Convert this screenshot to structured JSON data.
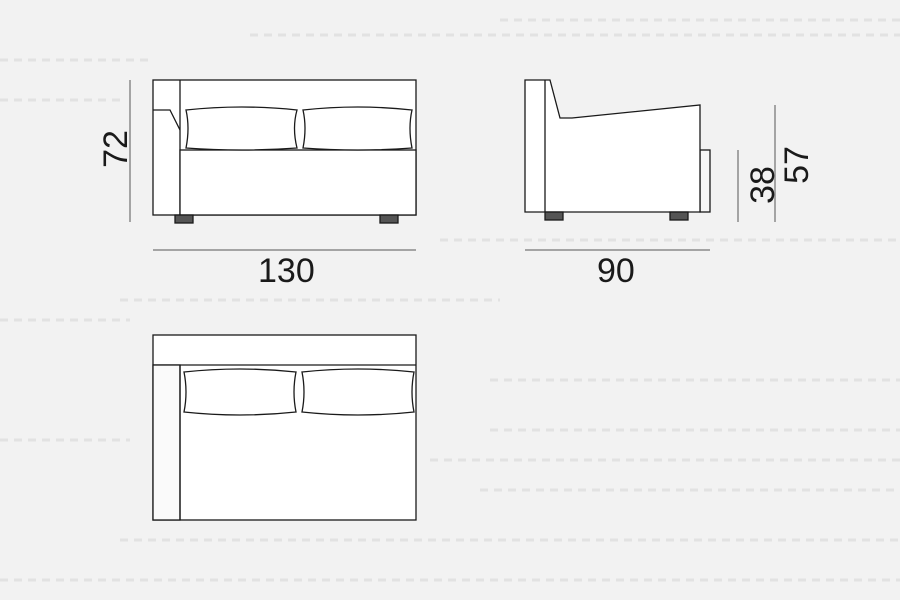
{
  "dimensions": {
    "front_height": "72",
    "front_width": "130",
    "side_depth": "90",
    "side_seat_height": "38",
    "side_back_height": "57"
  },
  "colors": {
    "background": "#f2f2f2",
    "stroke": "#1a1a1a",
    "fill": "#ffffff",
    "dim_line": "#555555"
  }
}
